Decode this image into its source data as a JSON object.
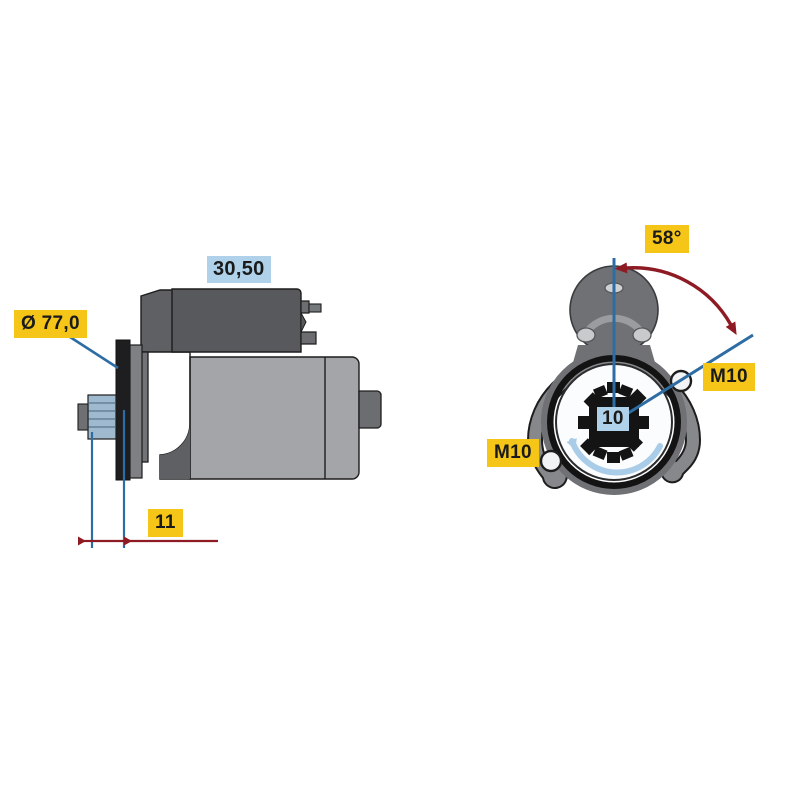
{
  "document": {
    "type": "technical-dimension-drawing",
    "subject": "automotive starter motor",
    "views": [
      "side-elevation",
      "drive-end-face"
    ],
    "background_color": "#FFFFFF"
  },
  "colors": {
    "label_yellow": "#F5C518",
    "label_blue": "#AFD2EA",
    "dimension_blue": "#2E6DA4",
    "dimension_red": "#8E1B23",
    "body_light_grey": "#A0A2A5",
    "body_mid_grey": "#8A8D90",
    "body_dark_grey": "#606264",
    "body_darkest": "#3C3E40",
    "rotation_arrow_blue": "#A9CCE8",
    "text_black": "#1A1A1A"
  },
  "side_view": {
    "name": "starter-motor-side-view",
    "labels": {
      "length": {
        "text": "30,50",
        "style": "blue",
        "meaning": "overall-length-dimension"
      },
      "diameter": {
        "text": "Ø 77,0",
        "style": "yellow",
        "meaning": "pinion-flange-diameter"
      },
      "offset": {
        "text": "11",
        "style": "yellow",
        "meaning": "pinion-protrusion-dimension"
      }
    },
    "leader_lines": [
      {
        "name": "diameter-leader",
        "from": "diameter-label",
        "to": "flange-edge"
      }
    ],
    "dimension_line": {
      "name": "offset-dimension-line",
      "arrow_color": "#8E1B23",
      "extension_line_color": "#2E6DA4"
    }
  },
  "face_view": {
    "name": "starter-motor-drive-end-face",
    "labels": {
      "angle": {
        "text": "58°",
        "style": "yellow",
        "meaning": "mounting-bolt-angular-position"
      },
      "thread_right": {
        "text": "M10",
        "style": "yellow",
        "meaning": "mounting-hole-thread-size"
      },
      "thread_left": {
        "text": "M10",
        "style": "yellow",
        "meaning": "mounting-hole-thread-size"
      },
      "teeth": {
        "text": "10",
        "style": "blue",
        "meaning": "pinion-tooth-count"
      }
    },
    "angle_arc": {
      "name": "angle-arc-arrow",
      "value": "58°",
      "color": "#8E1B23",
      "double_headed": true
    },
    "rotation_arrow": {
      "name": "rotation-direction-arrow",
      "direction": "counterclockwise",
      "color": "#A9CCE8"
    },
    "mounting_holes": 2,
    "solenoid_bolt_holes": 3
  }
}
